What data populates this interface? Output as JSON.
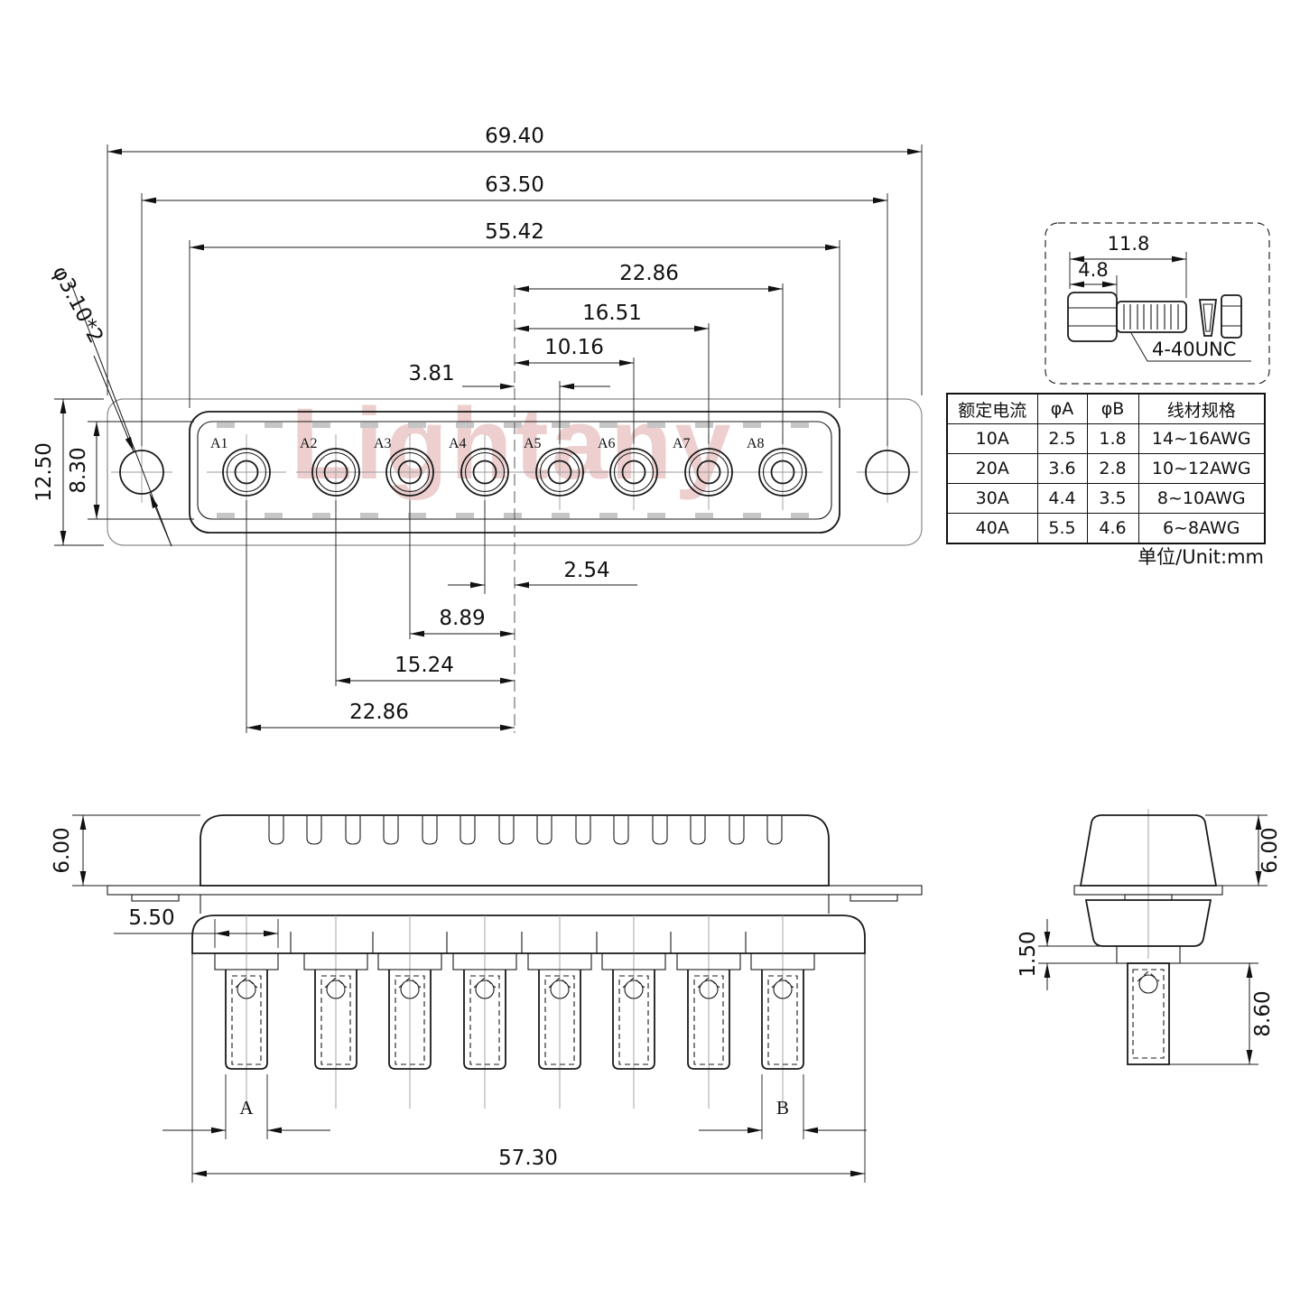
{
  "watermark": {
    "text": "Lightany"
  },
  "face_view": {
    "pins": [
      "A1",
      "A2",
      "A3",
      "A4",
      "A5",
      "A6",
      "A7",
      "A8"
    ],
    "dims": {
      "overall_width": "69.40",
      "mount_span": "63.50",
      "shell_width": "55.42",
      "a8_offset": "22.86",
      "a7_offset": "16.51",
      "a6_offset": "10.16",
      "a5_offset": "3.81",
      "flange_height": "12.50",
      "shell_height": "8.30",
      "mount_hole": "φ3.10*2",
      "a4_offset": "2.54",
      "a3_offset": "8.89",
      "a2_offset": "15.24",
      "a1_offset": "22.86"
    }
  },
  "screw_detail": {
    "dims": {
      "total_length": "11.8",
      "head_length": "4.8"
    },
    "thread_label": "4-40UNC"
  },
  "spec_table": {
    "headers": [
      "额定电流",
      "φA",
      "φB",
      "线材规格"
    ],
    "rows": [
      [
        "10A",
        "2.5",
        "1.8",
        "14~16AWG"
      ],
      [
        "20A",
        "3.6",
        "2.8",
        "10~12AWG"
      ],
      [
        "30A",
        "4.4",
        "3.5",
        "8~10AWG"
      ],
      [
        "40A",
        "5.5",
        "4.6",
        "6~8AWG"
      ]
    ],
    "unit_note": "单位/Unit:mm"
  },
  "bottom_view": {
    "dims": {
      "hood_height": "6.00",
      "first_pin_offset": "5.50",
      "pin_a_label": "A",
      "pin_b_label": "B",
      "body_width": "57.30"
    }
  },
  "side_view": {
    "dims": {
      "hood_height": "6.00",
      "flange_step": "1.50",
      "pin_length": "8.60"
    }
  }
}
